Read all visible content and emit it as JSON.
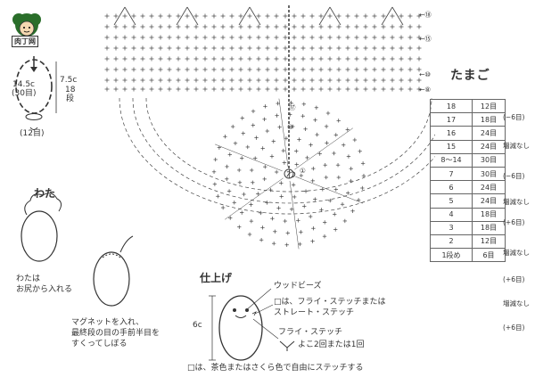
{
  "logo": {
    "text": "肉丁网"
  },
  "main_title": "たまご",
  "top_egg": {
    "circ": "14.5c",
    "circ_sts": "(30目)",
    "height": "7.5c",
    "height_rows": "18",
    "height_unit": "段",
    "bottom": "(12目)"
  },
  "row_markers": [
    "⑱",
    "⑮",
    "⑩",
    "⑧"
  ],
  "center_labels": {
    "start": "わ",
    "r1": "①",
    "r17": "⑰",
    "r10": "⑩"
  },
  "table": {
    "rows": [
      {
        "row": "18",
        "sts": "12目"
      },
      {
        "row": "17",
        "sts": "18目"
      },
      {
        "row": "16",
        "sts": "24目"
      },
      {
        "row": "15",
        "sts": "24目"
      },
      {
        "row": "8〜14",
        "sts": "30目"
      },
      {
        "row": "7",
        "sts": "30目"
      },
      {
        "row": "6",
        "sts": "24目"
      },
      {
        "row": "5",
        "sts": "24目"
      },
      {
        "row": "4",
        "sts": "18目"
      },
      {
        "row": "3",
        "sts": "18目"
      },
      {
        "row": "2",
        "sts": "12目"
      },
      {
        "row": "1段め",
        "sts": "6目"
      }
    ],
    "notes": [
      "(−6目)",
      "増減なし",
      "(−6目)",
      "増減なし",
      "(+6目)",
      "増減なし",
      "(+6目)",
      "増減なし",
      "(+6目)"
    ]
  },
  "wata": {
    "label": "わた",
    "caption1": "わたは",
    "caption2": "お尻から入れる"
  },
  "magnet": {
    "line1": "マグネットを入れ、",
    "line2": "最終段の目の手前半目を",
    "line3": "すくってしぼる"
  },
  "finish": {
    "title": "仕上げ",
    "beads": "ウッドビーズ",
    "stitch1": "□は、フライ・ステッチまたは",
    "stitch2": "ストレート・ステッチ",
    "fly": "フライ・ステッチ",
    "wrap": "よこ2回または1回",
    "height": "6c",
    "note": "□は、茶色またはさくら色で自由にステッチする"
  },
  "colors": {
    "line": "#444",
    "light": "#bbb",
    "accent": "#2a6e2a"
  }
}
